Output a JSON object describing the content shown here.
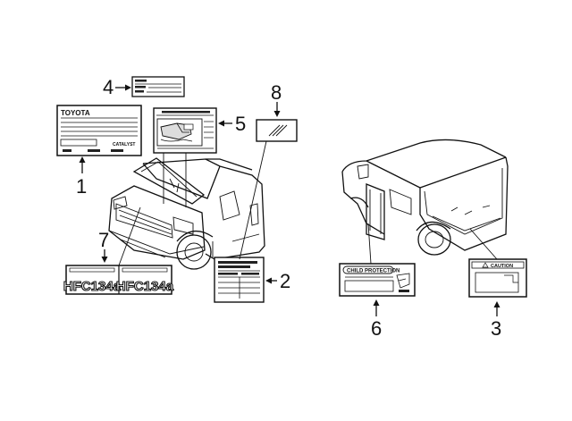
{
  "callouts": {
    "c1": "1",
    "c2": "2",
    "c3": "3",
    "c4": "4",
    "c5": "5",
    "c6": "6",
    "c7": "7",
    "c8": "8"
  },
  "labels": {
    "vin_brand": "TOYOTA",
    "vin_catalyst": "CATALYST",
    "refrigerant_left": "HFC134a",
    "refrigerant_right": "HFC134a",
    "child_protection": "CHILD PROTECTION",
    "caution": "CAUTION"
  }
}
